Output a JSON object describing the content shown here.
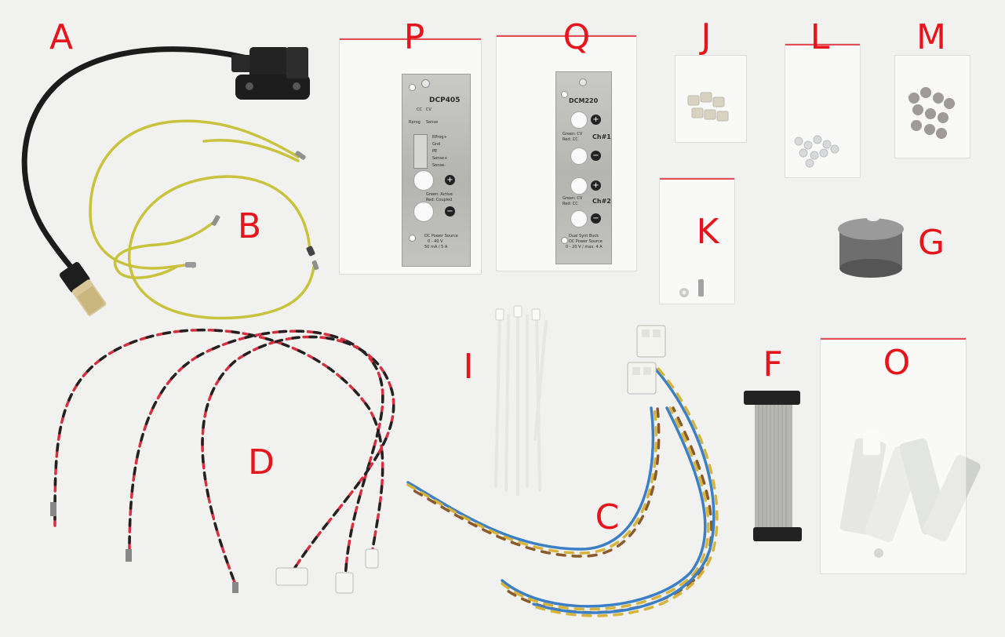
{
  "labels": {
    "A": "A",
    "B": "B",
    "C": "C",
    "D": "D",
    "F": "F",
    "G": "G",
    "I": "I",
    "J": "J",
    "K": "K",
    "L": "L",
    "M": "M",
    "O": "O",
    "P": "P",
    "Q": "Q"
  },
  "panel_p": {
    "model": "DCP405",
    "cc": "CC",
    "cv": "CV",
    "rprog": "Rprog",
    "sense": "Sense",
    "list": [
      "RProg+",
      "Gnd",
      "PE",
      "Sense+",
      "Sense-"
    ],
    "status1": "Green: Active",
    "status2": "Red: Coupled",
    "footer1": "DC Power Source",
    "footer2": "0 - 40 V",
    "footer3": "50 mA / 5 A"
  },
  "panel_q": {
    "model": "DCM220",
    "status1": "Green: CV",
    "status2": "Red: CC",
    "ch1": "Ch#1",
    "ch2": "Ch#2",
    "status3": "Green: CV",
    "status4": "Red: CC",
    "footer1": "Dual Synt Buck",
    "footer2": "DC Power Source",
    "footer3": "0 - 20 V / max. 4 A"
  },
  "signs": {
    "plus": "+",
    "minus": "−"
  },
  "colors": {
    "label_red": "#e8141b",
    "background": "#f1f1ef",
    "panel_grey": "#b9b9b6"
  }
}
